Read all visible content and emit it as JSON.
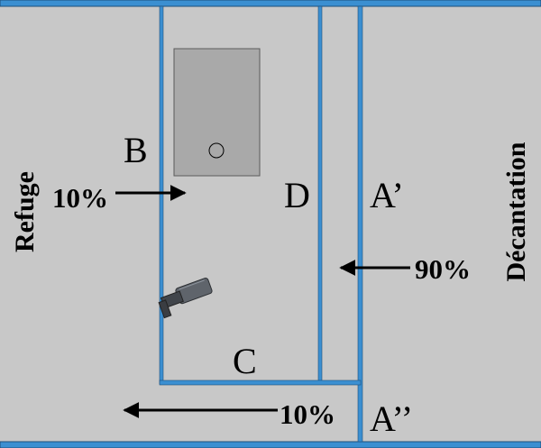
{
  "labels": {
    "refuge": "Refuge",
    "decantation": "Décantation",
    "b": "B",
    "c": "C",
    "d": "D",
    "a_prime": "A’",
    "a_double_prime": "A’’",
    "pct_left": "10%",
    "pct_right": "90%",
    "pct_bottom": "10%"
  },
  "colors": {
    "background": "#c8c8c8",
    "wall": "#3b8fd1",
    "wall_edge": "#1e4f7a",
    "box": "#a9a9a9",
    "arrow": "#000000"
  },
  "icons": {
    "device": "camera-icon",
    "sensor": "circle-icon"
  }
}
